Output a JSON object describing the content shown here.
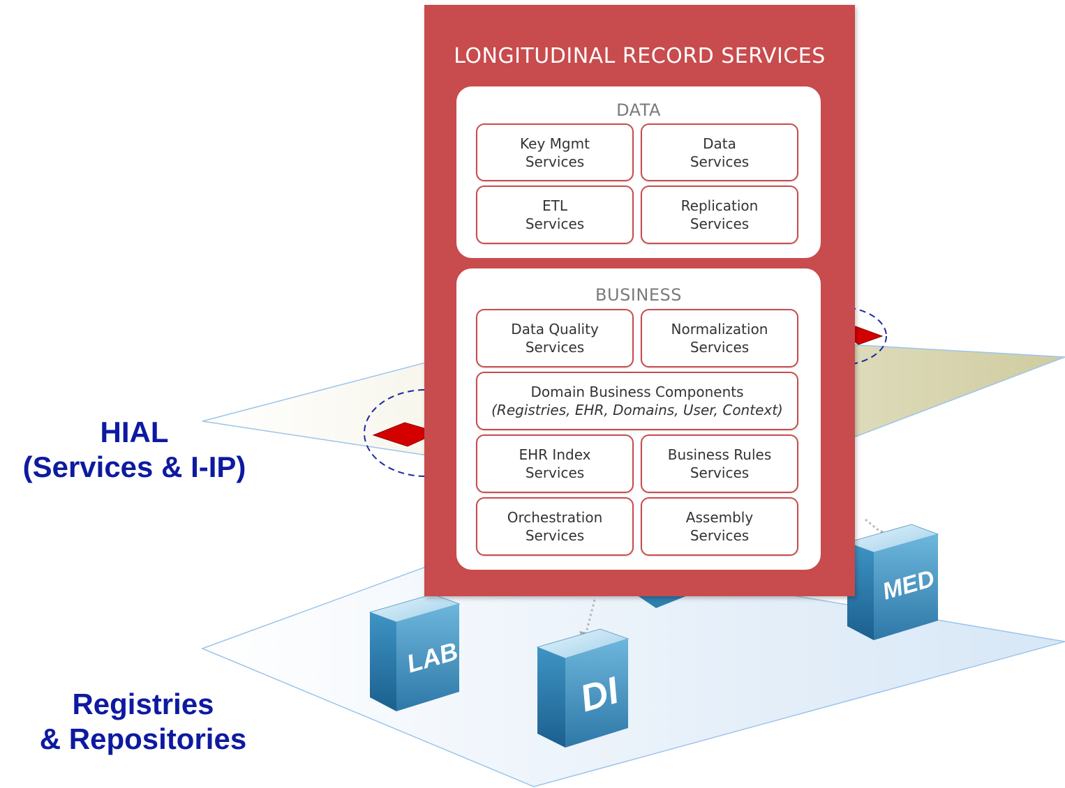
{
  "side_labels": {
    "hial": {
      "line1": "HIAL",
      "line2": "(Services & I-IP)"
    },
    "registries": {
      "line1": "Registries",
      "line2": "& Repositories"
    }
  },
  "repositories": {
    "lab": "LAB",
    "di": "DI",
    "med": "MED"
  },
  "lrs": {
    "title": "LONGITUDINAL RECORD SERVICES",
    "data": {
      "title": "DATA",
      "services": [
        {
          "line1": "Key Mgmt",
          "line2": "Services"
        },
        {
          "line1": "Data",
          "line2": "Services"
        },
        {
          "line1": "ETL",
          "line2": "Services"
        },
        {
          "line1": "Replication",
          "line2": "Services"
        }
      ]
    },
    "business": {
      "title": "BUSINESS",
      "services": [
        {
          "line1": "Data Quality",
          "line2": "Services"
        },
        {
          "line1": "Normalization",
          "line2": "Services"
        },
        {
          "line1": "Domain Business Components",
          "line2": "(Registries, EHR, Domains, User, Context)"
        },
        {
          "line1": "EHR Index",
          "line2": "Services"
        },
        {
          "line1": "Business Rules",
          "line2": "Services"
        },
        {
          "line1": "Orchestration",
          "line2": "Services"
        },
        {
          "line1": "Assembly",
          "line2": "Services"
        }
      ]
    }
  },
  "colors": {
    "panel_red": "#c84b4d",
    "label_blue": "#0d1aa0",
    "marker_red": "#d40000",
    "dash_blue": "#1a2aa0",
    "cube_blue": "#3f8fbd"
  }
}
